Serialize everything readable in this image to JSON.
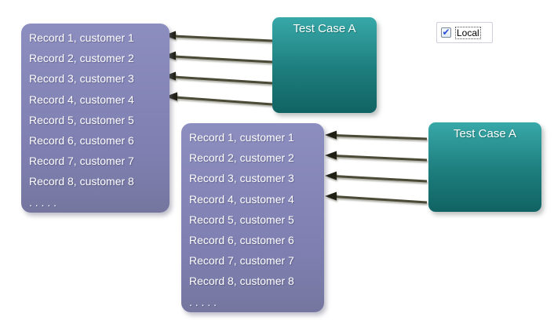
{
  "left_panel": {
    "records": [
      "Record 1, customer 1",
      "Record 2, customer 2",
      "Record 3, customer 3",
      "Record 4, customer 4",
      "Record 5, customer 5",
      "Record 6, customer 6",
      "Record 7, customer 7",
      "Record 8, customer 8",
      ". . . . ."
    ]
  },
  "center_panel": {
    "records": [
      "Record 1, customer 1",
      "Record 2, customer 2",
      "Record 3, customer 3",
      "Record 4, customer 4",
      "Record 5, customer 5",
      "Record 6, customer 6",
      "Record 7, customer 7",
      "Record 8, customer 8",
      ". . . . ."
    ]
  },
  "test_case_left": {
    "label": "Test Case A"
  },
  "test_case_right": {
    "label": "Test Case A"
  },
  "local_checkbox": {
    "label": "Local",
    "checked": "true",
    "check_glyph": "✔"
  },
  "colors": {
    "panel_purple": "#7e7fb0",
    "panel_purple_light": "#8d8ec0",
    "teal_top": "#38a8a8",
    "teal_mid": "#1d7d7d",
    "teal_bottom": "#116363",
    "arrow_line": "#4a4a36",
    "arrow_head": "#202014",
    "check_blue": "#2b4fd8"
  }
}
